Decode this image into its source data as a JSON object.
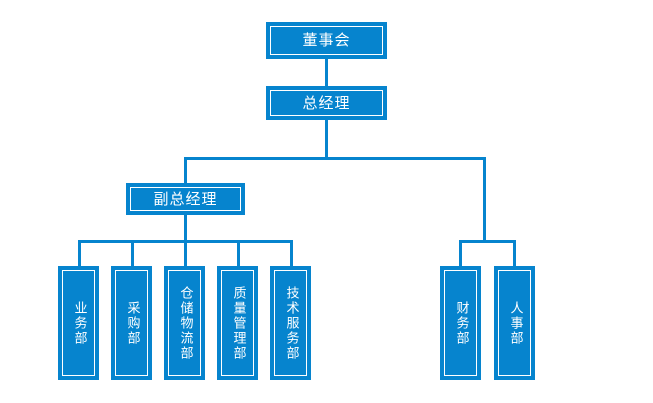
{
  "chart": {
    "type": "org-chart",
    "title": "",
    "accent_color": "#0684CE",
    "background_color": "#ffffff",
    "text_color": "#ffffff",
    "nodes": {
      "board": {
        "label": "董事会",
        "orientation": "horizontal",
        "level": 0
      },
      "general_manager": {
        "label": "总经理",
        "orientation": "horizontal",
        "level": 1
      },
      "deputy_general_manager": {
        "label": "副总经理",
        "orientation": "horizontal",
        "level": 2
      },
      "business": {
        "label": "业务部",
        "orientation": "vertical",
        "level": 3
      },
      "procurement": {
        "label": "采购部",
        "orientation": "vertical",
        "level": 3
      },
      "warehouse_logistics": {
        "label": "仓储物流部",
        "orientation": "vertical",
        "level": 3
      },
      "quality_management": {
        "label": "质量管理部",
        "orientation": "vertical",
        "level": 3
      },
      "technical_service": {
        "label": "技术服务部",
        "orientation": "vertical",
        "level": 3
      },
      "finance": {
        "label": "财务部",
        "orientation": "vertical",
        "level": 3
      },
      "human_resources": {
        "label": "人事部",
        "orientation": "vertical",
        "level": 3
      }
    },
    "edges": [
      {
        "from": "board",
        "to": "general_manager"
      },
      {
        "from": "general_manager",
        "to": "deputy_general_manager"
      },
      {
        "from": "general_manager",
        "to": "finance"
      },
      {
        "from": "general_manager",
        "to": "human_resources"
      },
      {
        "from": "deputy_general_manager",
        "to": "business"
      },
      {
        "from": "deputy_general_manager",
        "to": "procurement"
      },
      {
        "from": "deputy_general_manager",
        "to": "warehouse_logistics"
      },
      {
        "from": "deputy_general_manager",
        "to": "quality_management"
      },
      {
        "from": "deputy_general_manager",
        "to": "technical_service"
      }
    ]
  }
}
